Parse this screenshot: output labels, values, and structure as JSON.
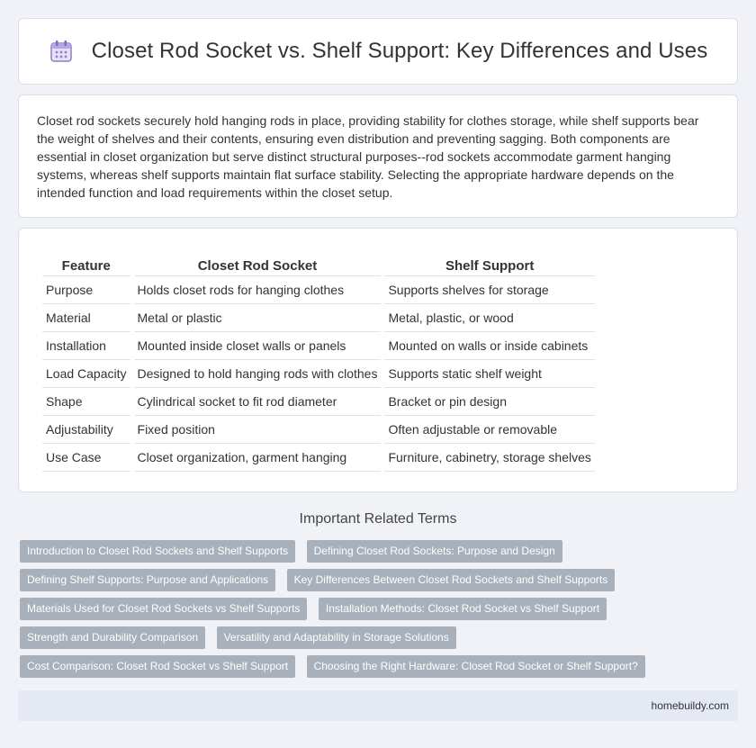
{
  "header": {
    "title": "Closet Rod Socket vs. Shelf Support: Key Differences and Uses",
    "icon": "calendar-icon"
  },
  "intro": {
    "text": "Closet rod sockets securely hold hanging rods in place, providing stability for clothes storage, while shelf supports bear the weight of shelves and their contents, ensuring even distribution and preventing sagging. Both components are essential in closet organization but serve distinct structural purposes--rod sockets accommodate garment hanging systems, whereas shelf supports maintain flat surface stability. Selecting the appropriate hardware depends on the intended function and load requirements within the closet setup."
  },
  "table": {
    "headers": [
      "Feature",
      "Closet Rod Socket",
      "Shelf Support"
    ],
    "rows": [
      [
        "Purpose",
        "Holds closet rods for hanging clothes",
        "Supports shelves for storage"
      ],
      [
        "Material",
        "Metal or plastic",
        "Metal, plastic, or wood"
      ],
      [
        "Installation",
        "Mounted inside closet walls or panels",
        "Mounted on walls or inside cabinets"
      ],
      [
        "Load Capacity",
        "Designed to hold hanging rods with clothes",
        "Supports static shelf weight"
      ],
      [
        "Shape",
        "Cylindrical socket to fit rod diameter",
        "Bracket or pin design"
      ],
      [
        "Adjustability",
        "Fixed position",
        "Often adjustable or removable"
      ],
      [
        "Use Case",
        "Closet organization, garment hanging",
        "Furniture, cabinetry, storage shelves"
      ]
    ]
  },
  "related": {
    "title": "Important Related Terms",
    "tags": [
      "Introduction to Closet Rod Sockets and Shelf Supports",
      "Defining Closet Rod Sockets: Purpose and Design",
      "Defining Shelf Supports: Purpose and Applications",
      "Key Differences Between Closet Rod Sockets and Shelf Supports",
      "Materials Used for Closet Rod Sockets vs Shelf Supports",
      "Installation Methods: Closet Rod Socket vs Shelf Support",
      "Strength and Durability Comparison",
      "Versatility and Adaptability in Storage Solutions",
      "Cost Comparison: Closet Rod Socket vs Shelf Support",
      "Choosing the Right Hardware: Closet Rod Socket or Shelf Support?"
    ]
  },
  "footer": {
    "site": "homebuildy.com"
  }
}
